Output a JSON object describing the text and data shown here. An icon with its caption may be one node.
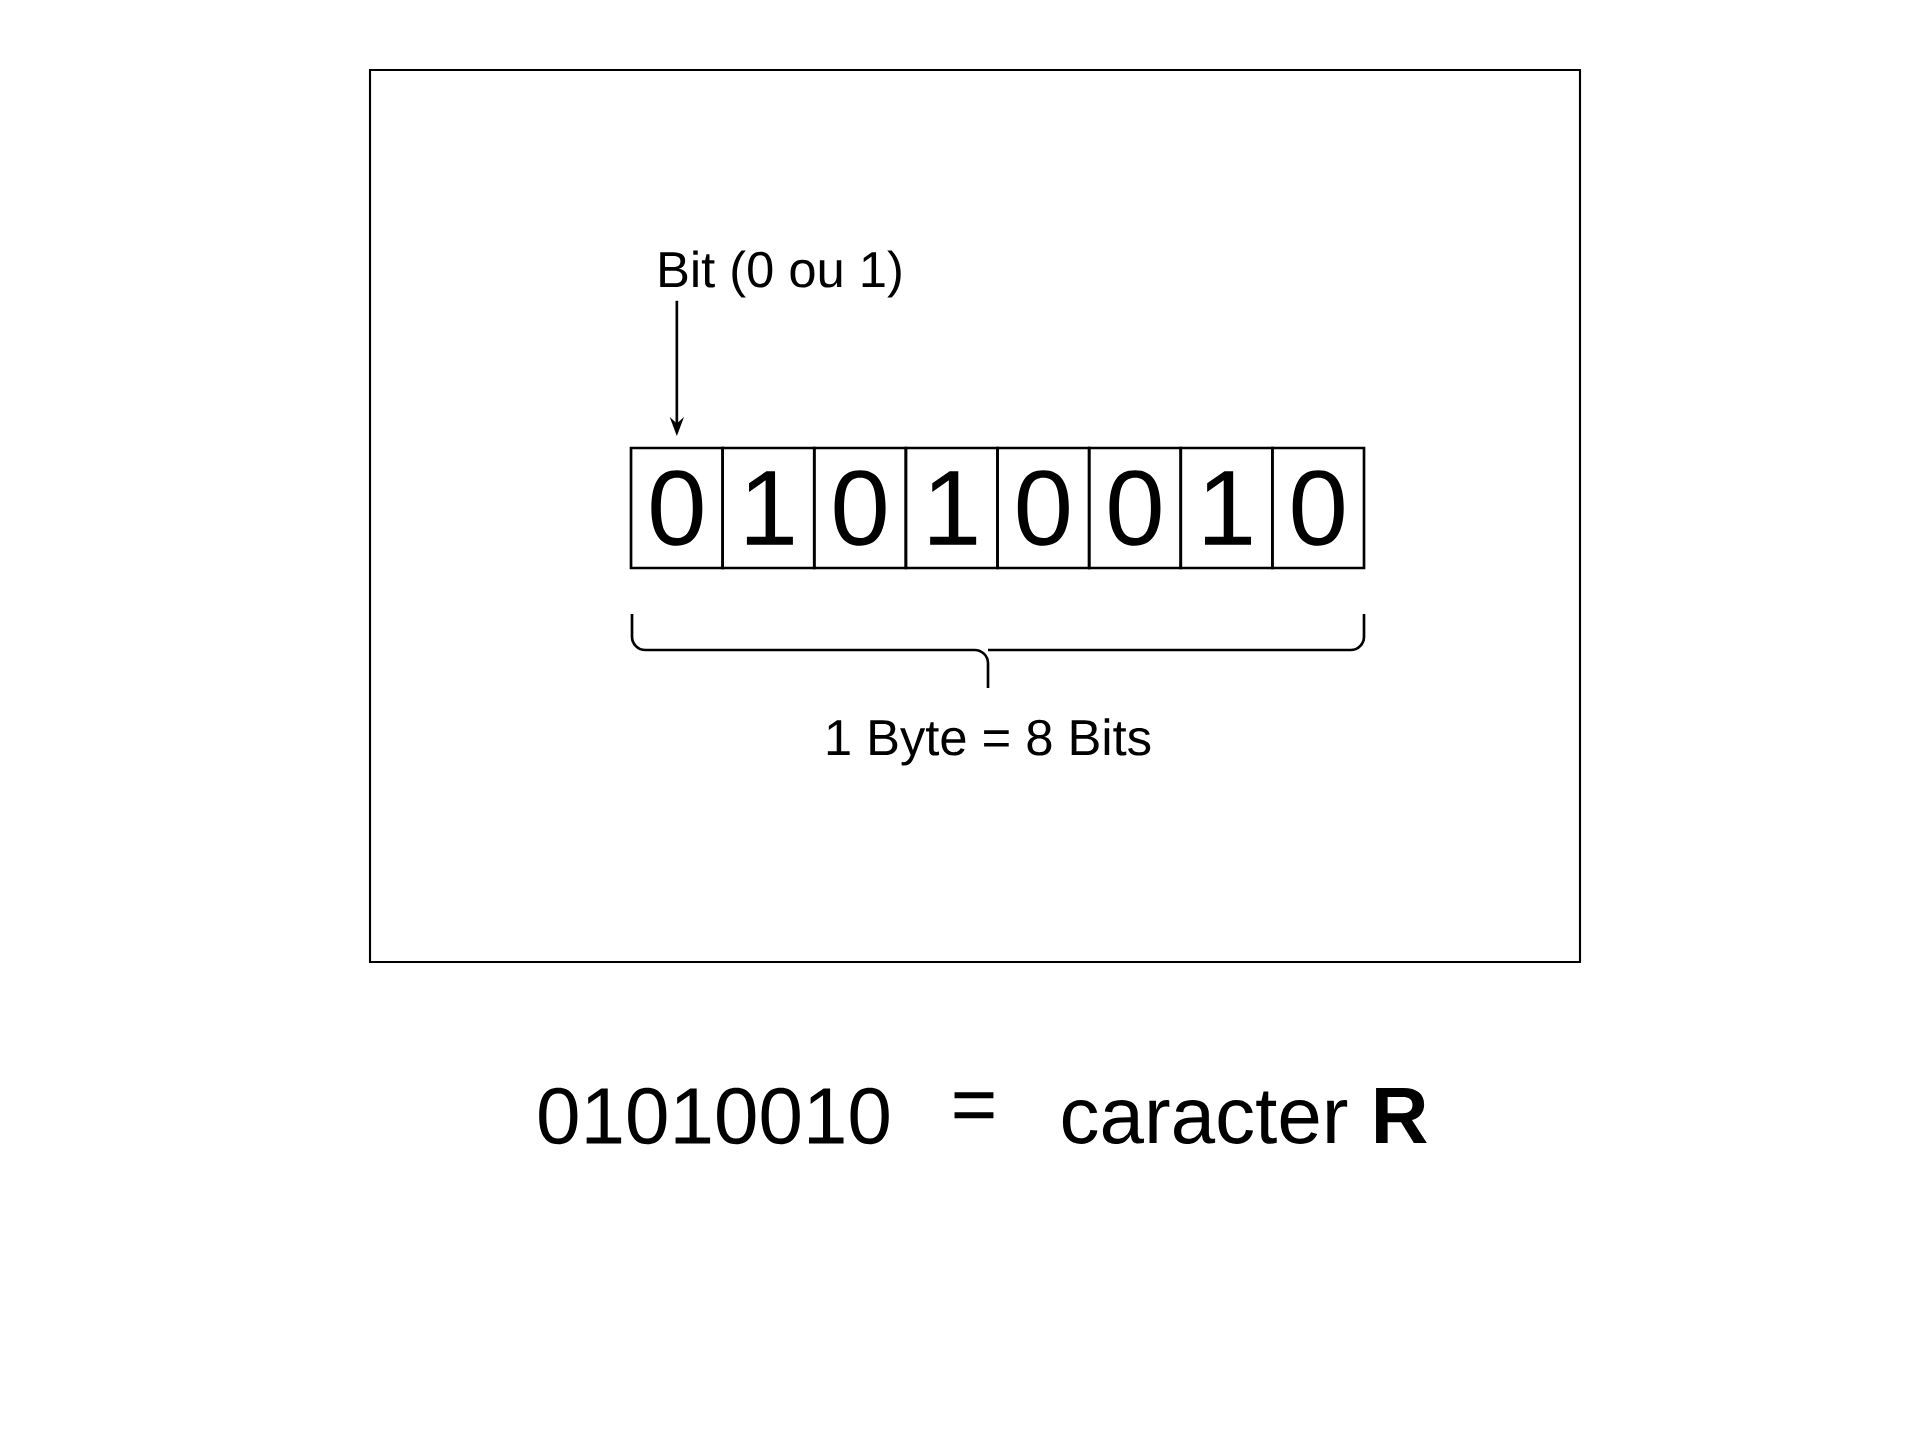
{
  "diagram": {
    "nodes": [
      {
        "text": [
          "Bit (0 ou 1)"
        ]
      },
      {
        "text": [
          "0"
        ]
      },
      {
        "text": [
          "1"
        ]
      },
      {
        "text": [
          "0"
        ]
      },
      {
        "text": [
          "1"
        ]
      },
      {
        "text": [
          "0"
        ]
      },
      {
        "text": [
          "0"
        ]
      },
      {
        "text": [
          "1"
        ]
      },
      {
        "text": [
          "0"
        ]
      }
    ],
    "edges": [
      {
        "from": 0,
        "to": 1,
        "arrow": "to"
      }
    ],
    "labels": [
      "1 Byte = 8 Bits",
      "01010010",
      "=",
      "caracter **R**"
    ]
  }
}
